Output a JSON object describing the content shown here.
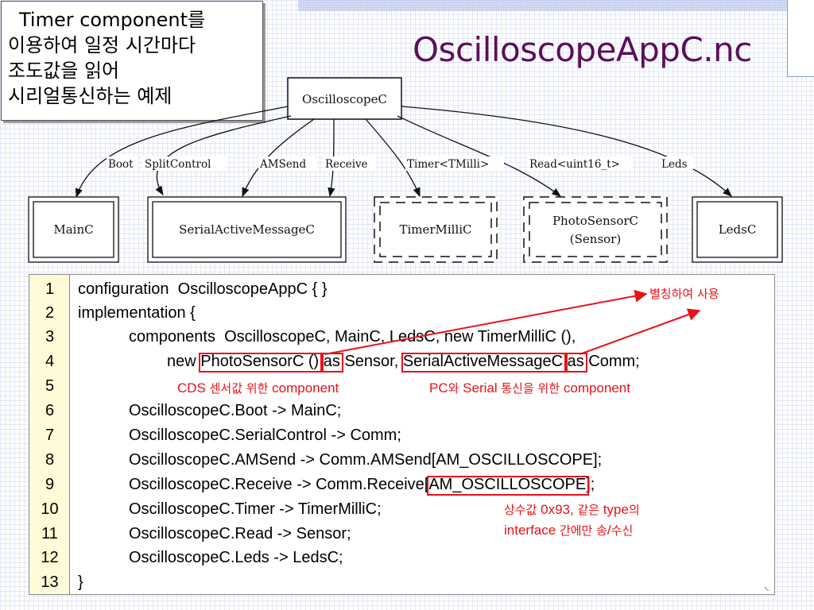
{
  "slide": {
    "title": "OscilloscopeAppC.nc",
    "callout_lines": [
      "Timer component를",
      "이용하여 일정 시간마다",
      "조도값을 읽어",
      "시리얼통신하는 예제"
    ]
  },
  "diagram": {
    "root": "OscilloscopeC",
    "nodes": [
      {
        "id": "mainc",
        "label_lines": [
          "MainC"
        ],
        "border": "double"
      },
      {
        "id": "serial",
        "label_lines": [
          "SerialActiveMessageC"
        ],
        "border": "double"
      },
      {
        "id": "timer",
        "label_lines": [
          "TimerMilliC"
        ],
        "border": "dashed"
      },
      {
        "id": "photo",
        "label_lines": [
          "PhotoSensorC",
          "(Sensor)"
        ],
        "border": "dashed"
      },
      {
        "id": "leds",
        "label_lines": [
          "LedsC"
        ],
        "border": "double"
      }
    ],
    "edges": [
      {
        "label": "Boot",
        "to": "mainc"
      },
      {
        "label": "SplitControl",
        "to": "serial"
      },
      {
        "label": "AMSend",
        "to": "serial"
      },
      {
        "label": "Receive",
        "to": "serial"
      },
      {
        "label": "Timer<TMilli>",
        "to": "timer"
      },
      {
        "label": "Read<uint16_t>",
        "to": "photo"
      },
      {
        "label": "Leds",
        "to": "leds"
      }
    ]
  },
  "code": {
    "line_numbers": [
      "1",
      "2",
      "3",
      "4",
      "5",
      "6",
      "7",
      "8",
      "9",
      "10",
      "11",
      "12",
      "13"
    ],
    "lines": {
      "l1": "configuration  OscilloscopeAppC { }",
      "l2": "implementation {",
      "l3": "components  OscilloscopeC, MainC, LedsC, new TimerMilliC (),",
      "l4a": "new ",
      "l4b": "PhotoSensorC ()",
      "l4c": " ",
      "l4d": "as",
      "l4e": " Sensor, ",
      "l4f": "SerialActiveMessageC",
      "l4g": " ",
      "l4h": "as",
      "l4i": " Comm;",
      "l6": "OscilloscopeC.Boot -> MainC;",
      "l7": "OscilloscopeC.SerialControl -> Comm;",
      "l8": "OscilloscopeC.AMSend -> Comm.AMSend[AM_OSCILLOSCOPE];",
      "l9a": "OscilloscopeC.Receive -> Comm.Receive[",
      "l9b": "AM_OSCILLOSCOPE",
      "l9c": "];",
      "l10": "OscilloscopeC.Timer -> TimerMilliC;",
      "l11": "OscilloscopeC.Read -> Sensor;",
      "l12": "OscilloscopeC.Leds -> LedsC;",
      "l13": "}"
    }
  },
  "annotations": {
    "alias": "별칭하여 사용",
    "cds_prefix": "CDS ",
    "cds_ko": "센서값 위한",
    "cds_suffix": " component",
    "pc_prefix": "PC",
    "pc_ko": "와",
    "pc_mid": " Serial ",
    "pc_ko2": "통신을 위한",
    "pc_suffix": " component",
    "const_ko": "상수값",
    "const_mid": " 0x93, ",
    "const_ko2": "같은",
    "const_type": " type",
    "const_ko3": "의",
    "iface_en": "interface ",
    "iface_ko": "간에만 송",
    "iface_slash": "/",
    "iface_ko2": "수신"
  },
  "colors": {
    "title": "#5a0f5c",
    "annotation_red": "#e8111b",
    "gutter_bg": "#fffbd8"
  }
}
